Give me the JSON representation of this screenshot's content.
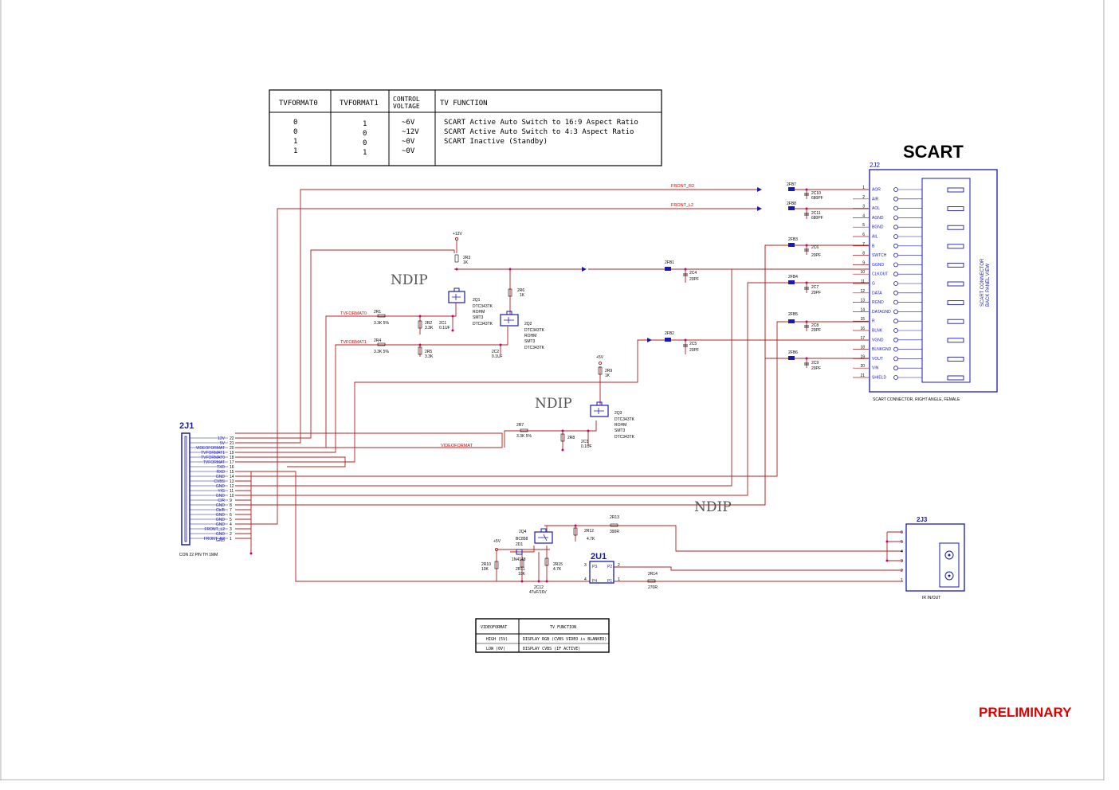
{
  "sheet": {
    "stamp": "PRELIMINARY",
    "ndip_label": "NDIP"
  },
  "format_table": {
    "headers": [
      "TVFORMAT0",
      "TVFORMAT1",
      "CONTROL",
      "VOLTAGE",
      "TV FUNCTION"
    ],
    "rows": [
      [
        "0",
        "1",
        "~6V",
        "SCART Active Auto Switch to 16:9 Aspect Ratio"
      ],
      [
        "0",
        "0",
        "~12V",
        "SCART Active Auto Switch to 4:3 Aspect Ratio"
      ],
      [
        "1",
        "0",
        "~0V",
        "SCART Inactive (Standby)"
      ],
      [
        "1",
        "1",
        "~0V",
        ""
      ]
    ]
  },
  "video_table": {
    "headers": [
      "VIDEOFORMAT",
      "TV FUNCTION"
    ],
    "rows": [
      [
        "HIGH (5V)",
        "DISPLAY RGB (CVBS VIDEO is BLANKED)"
      ],
      [
        "LOW (0V)",
        "DISPLAY CVBS (IF ACTIVE)"
      ]
    ]
  },
  "scart": {
    "title": "SCART",
    "ref": "2J2",
    "caption": "SCART CONNECTOR, RIGHT ANGLE, FEMALE",
    "back_panel_1": "SCART CONNECTOR",
    "back_panel_2": "BACK PANEL VIEW",
    "pins": [
      {
        "num": "1",
        "name": "AOR"
      },
      {
        "num": "2",
        "name": "AIR"
      },
      {
        "num": "3",
        "name": "AOL"
      },
      {
        "num": "4",
        "name": "AGND"
      },
      {
        "num": "5",
        "name": "BGND"
      },
      {
        "num": "6",
        "name": "AIL"
      },
      {
        "num": "7",
        "name": "B"
      },
      {
        "num": "8",
        "name": "SWTCH"
      },
      {
        "num": "9",
        "name": "GGND"
      },
      {
        "num": "10",
        "name": "CLKOUT"
      },
      {
        "num": "11",
        "name": "G"
      },
      {
        "num": "12",
        "name": "DATA"
      },
      {
        "num": "13",
        "name": "RGND"
      },
      {
        "num": "14",
        "name": "DATAGND"
      },
      {
        "num": "15",
        "name": "R"
      },
      {
        "num": "16",
        "name": "BLNK"
      },
      {
        "num": "17",
        "name": "VGND"
      },
      {
        "num": "18",
        "name": "BLNKGND"
      },
      {
        "num": "19",
        "name": "VOUT"
      },
      {
        "num": "20",
        "name": "VIN"
      },
      {
        "num": "21",
        "name": "SHIELD"
      }
    ]
  },
  "j1": {
    "ref": "2J1",
    "caption": "CON 22 PIN TH 1MM",
    "pins": [
      {
        "num": "22",
        "name": "12V"
      },
      {
        "num": "21",
        "name": "5V"
      },
      {
        "num": "20",
        "name": "VIDEOFORMAT"
      },
      {
        "num": "19",
        "name": "TVFORMAT1"
      },
      {
        "num": "18",
        "name": "TVFORMAT0"
      },
      {
        "num": "17",
        "name": "TVFORMAT"
      },
      {
        "num": "16",
        "name": "TXD"
      },
      {
        "num": "15",
        "name": "RXD"
      },
      {
        "num": "14",
        "name": "GND"
      },
      {
        "num": "13",
        "name": "CVBS"
      },
      {
        "num": "12",
        "name": "GND"
      },
      {
        "num": "11",
        "name": "Y/G"
      },
      {
        "num": "10",
        "name": "GND"
      },
      {
        "num": "9",
        "name": "C/R"
      },
      {
        "num": "8",
        "name": "GND"
      },
      {
        "num": "7",
        "name": "Cb/B"
      },
      {
        "num": "6",
        "name": "GND"
      },
      {
        "num": "5",
        "name": "GND"
      },
      {
        "num": "4",
        "name": "GND"
      },
      {
        "num": "3",
        "name": "FRONT_L2"
      },
      {
        "num": "2",
        "name": "GND"
      },
      {
        "num": "1",
        "name": "FRONT_R2"
      }
    ],
    "extra_gnd": "GND"
  },
  "j3": {
    "ref": "2J3",
    "caption": "IR IN/OUT",
    "pins": [
      "6",
      "5",
      "4",
      "3",
      "2",
      "1"
    ]
  },
  "u1": {
    "ref": "2U1",
    "p3": "P3",
    "p4": "P4",
    "p2": "P2",
    "p1": "P1",
    "n3": "3",
    "n4": "4",
    "n2": "2",
    "n1": "1"
  },
  "nets": {
    "front_r2": "FRONT_R2",
    "front_l2": "FRONT_L2",
    "tvformat0": "TVFORMAT0",
    "tvformat1": "TVFORMAT1",
    "videoformat": "VIDEOFORMAT",
    "v12": "+12V",
    "v5a": "+5V",
    "v5b": "+5V"
  },
  "parts": {
    "fb7": "2FB7",
    "fb8": "2FB8",
    "fb3": "2FB3",
    "fb4": "2FB4",
    "fb5": "2FB5",
    "fb6": "2FB6",
    "fb1": "2FB1",
    "fb2": "2FB2",
    "c10": "2C10",
    "c10v": "680PF",
    "c11": "2C11",
    "c11v": "680PF",
    "c6": "2C6",
    "c6v": "20PF",
    "c7": "2C7",
    "c7v": "20PF",
    "c8": "2C8",
    "c8v": "20PF",
    "c9": "2C9",
    "c9v": "20PF",
    "c4": "2C4",
    "c4v": "20PF",
    "c5": "2C5",
    "c5v": "20PF",
    "r3": "2R3",
    "r3v": "1K",
    "r6": "2R6",
    "r6v": "1K",
    "q1": "2Q1",
    "q1a": "DTC343TK",
    "q1b": "ROHM",
    "q1c": "SMT3",
    "q1d": "DTC343TK",
    "q2": "2Q2",
    "q2a": "DTC343TK",
    "q2b": "ROHM",
    "q2c": "SMT3",
    "q2d": "DTC343TK",
    "q3": "2Q3",
    "q3a": "DTC343TK",
    "q3b": "ROHM",
    "q3c": "SMT3",
    "q3d": "DTC343TK",
    "r1": "2R1",
    "r1v": "3.3K 5%",
    "r2": "2R2",
    "r2v": "3.3K",
    "c1": "2C1",
    "c1v": "0.1UF",
    "r4": "2R4",
    "r4v": "3.3K 5%",
    "r5": "2R5",
    "r5v": "3.3K",
    "c2": "2C2",
    "c2v": "0.1UF",
    "r9": "2R9",
    "r9v": "1K",
    "r7": "2R7",
    "r7v": "3.3K 5%",
    "r8": "2R8",
    "c3": "2C3",
    "c3v": "0.1UF",
    "q4": "2Q4",
    "q4v": "BC858",
    "d1": "2D1",
    "d1v": "1N4148",
    "r10": "2R10",
    "r10v": "10K",
    "r11": "2R11",
    "r11v": "10K",
    "r15": "2R15",
    "r15v": "4.7K",
    "r12": "2R12",
    "r12v": "4.7K",
    "r13": "2R13",
    "r13v": "390R",
    "r14": "2R14",
    "r14v": "270R",
    "c12": "2C12",
    "c12v": "47uF/16V"
  }
}
